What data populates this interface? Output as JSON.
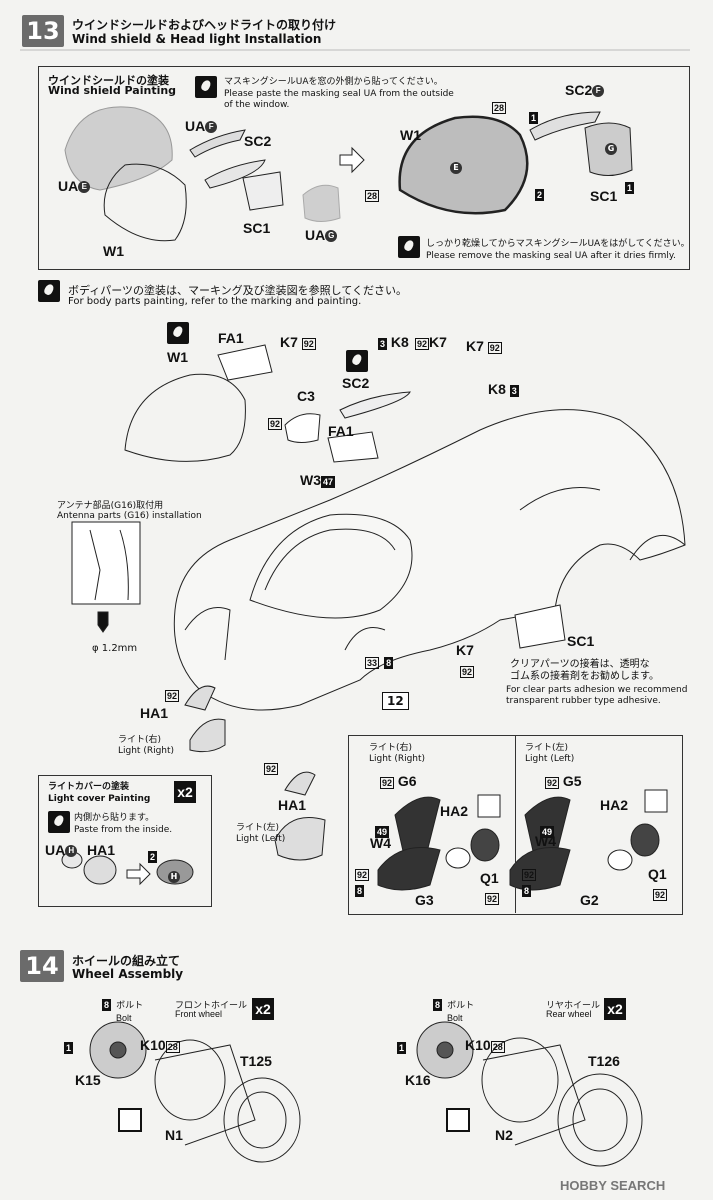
{
  "step13": {
    "number": "13",
    "title_jp": "ウインドシールドおよびヘッドライトの取り付け",
    "title_en": "Wind shield & Head light Installation"
  },
  "windshield_box": {
    "title_jp": "ウインドシールドの塗装",
    "title_en": "Wind shield Painting",
    "note1_jp": "マスキングシールUAを窓の外側から貼ってください。",
    "note1_en_line1": "Please paste the masking seal UA from the outside",
    "note1_en_line2": "of the window.",
    "note2_jp": "しっかり乾燥してからマスキングシールUAをはがしてください。",
    "note2_en": "Please remove the masking seal UA after it dries firmly.",
    "labels": {
      "uae": "UA",
      "uae_mark": "E",
      "uaf": "UA",
      "uaf_mark": "F",
      "sc2_left": "SC2",
      "sc1_left": "SC1",
      "uag": "UA",
      "uag_mark": "G",
      "w1_left": "W1",
      "w1_right": "W1",
      "sc2_right": "SC2",
      "sc2_right_mark": "F",
      "sc1_right": "SC1",
      "e_mark": "E",
      "g_mark": "G",
      "num28a": "28",
      "num28b": "28",
      "num1a": "1",
      "num1b": "1",
      "num2": "2"
    }
  },
  "body_parts": {
    "note_jp": "ボディパーツの塗装は、マーキング及び塗装図を参照してください。",
    "note_en": "For body parts painting, refer to the marking and painting.",
    "antenna_jp": "アンテナ部品(G16)取付用",
    "antenna_en": "Antenna parts (G16) installation",
    "drill": "φ 1.2mm",
    "clear_jp_1": "クリアパーツの接着は、透明な",
    "clear_jp_2": "ゴム系の接着剤をお勧めします。",
    "clear_en_1": "For clear parts adhesion we recommend",
    "clear_en_2": "transparent rubber type adhesive.",
    "labels": {
      "w1": "W1",
      "fa1a": "FA1",
      "k7a": "K7",
      "n92a": "92",
      "n3": "3",
      "k8a": "K8",
      "n92b": "92",
      "k7b": "K7",
      "k7c": "K7",
      "n92c": "92",
      "k8b": "K8",
      "n3b": "3",
      "sc2": "SC2",
      "c3": "C3",
      "n92d": "92",
      "fa1b": "FA1",
      "w3": "W3",
      "n47": "47",
      "sc1": "SC1",
      "k7d": "K7",
      "n92e": "92",
      "n33": "33",
      "n8": "8",
      "n12": "12",
      "ha1a": "HA1",
      "n92f": "92",
      "light_right_jp": "ライト(右)",
      "light_right_en": "Light (Right)",
      "n92g": "92",
      "ha1b": "HA1",
      "light_left_jp": "ライト(左)",
      "light_left_en": "Light (Left)"
    }
  },
  "light_cover_box": {
    "title_jp": "ライトカバーの塗装",
    "title_en": "Light cover Painting",
    "x2": "x2",
    "note_jp": "内側から貼ります。",
    "note_en": "Paste from the inside.",
    "uah": "UA",
    "uah_mark": "H",
    "ha1": "HA1",
    "n2": "2",
    "h_mark": "H"
  },
  "lights_box": {
    "right_jp": "ライト(右)",
    "right_en": "Light (Right)",
    "left_jp": "ライト(左)",
    "left_en": "Light (Left)",
    "right": {
      "n92a": "92",
      "g6": "G6",
      "ha2": "HA2",
      "n49": "49",
      "w4": "W4",
      "n92b": "92",
      "n8": "8",
      "g3": "G3",
      "q1": "Q1",
      "n92c": "92"
    },
    "left": {
      "n92a": "92",
      "g5": "G5",
      "ha2": "HA2",
      "n49": "49",
      "w4": "W4",
      "n92b": "92",
      "n8": "8",
      "g2": "G2",
      "q1": "Q1",
      "n92c": "92"
    }
  },
  "step14": {
    "number": "14",
    "title_jp": "ホイールの組み立て",
    "title_en": "Wheel Assembly",
    "front": {
      "n8": "8",
      "bolt_jp": "ボルト",
      "bolt_en": "Bolt",
      "title_jp": "フロントホイール",
      "title_en": "Front wheel",
      "x2": "x2",
      "n1": "1",
      "k10": "K10",
      "n28": "28",
      "k15": "K15",
      "t125": "T125",
      "n1_part": "N1"
    },
    "rear": {
      "n8": "8",
      "bolt_jp": "ボルト",
      "bolt_en": "Bolt",
      "title_jp": "リヤホイール",
      "title_en": "Rear wheel",
      "x2": "x2",
      "n1": "1",
      "k10": "K10",
      "n28": "28",
      "k16": "K16",
      "t126": "T126",
      "n2_part": "N2"
    }
  },
  "watermark": "HOBBY SEARCH"
}
